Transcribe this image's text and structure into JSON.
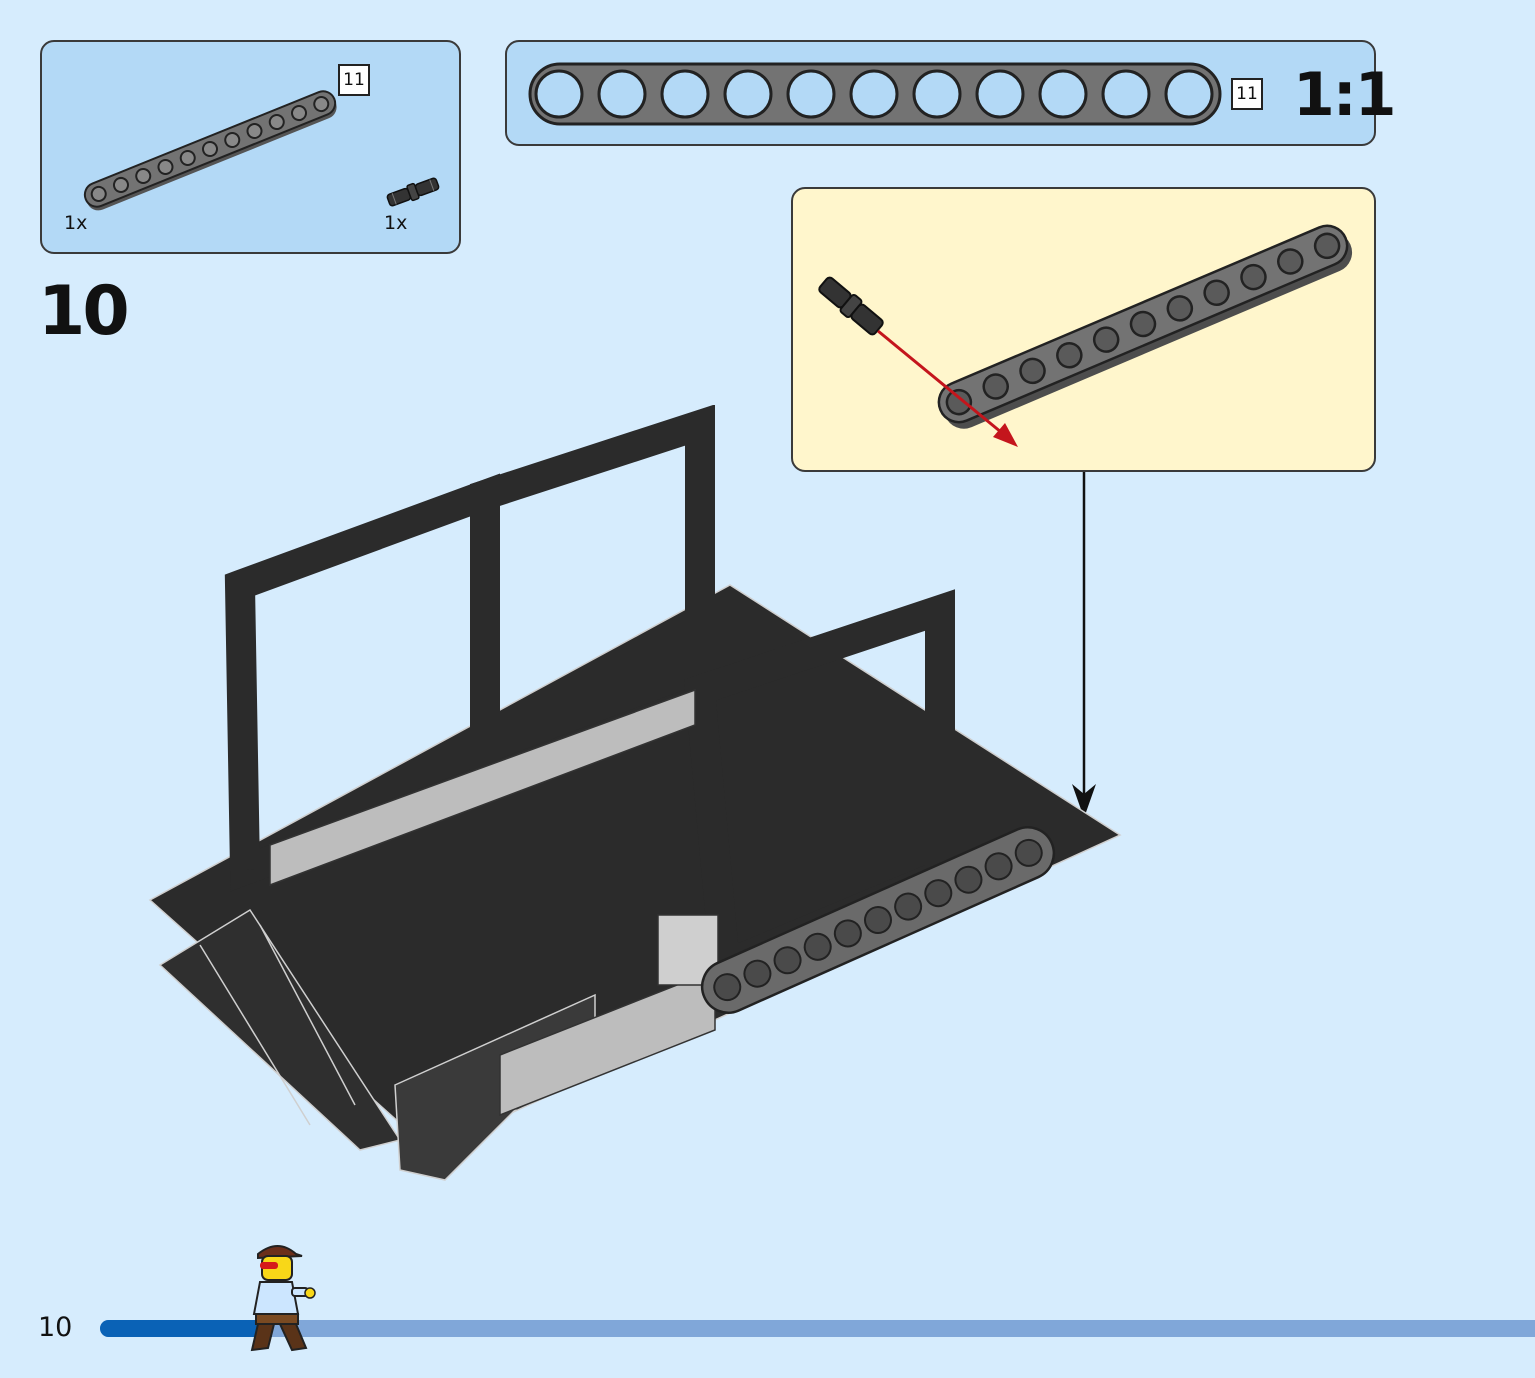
{
  "parts_list": {
    "items": [
      {
        "name": "beam-11",
        "quantity": "1x",
        "length_badge": "11"
      },
      {
        "name": "axle-pin",
        "quantity": "1x"
      }
    ]
  },
  "scale_reference": {
    "length_badge": "11",
    "scale": "1:1"
  },
  "step": {
    "number": "10"
  },
  "page": {
    "number": "10",
    "progress": 0.12
  },
  "colors": {
    "page_background": "#d6ecfd",
    "parts_panel": "#b3d9f6",
    "callout_panel": "#fff6cc",
    "beam_grey": "#737373",
    "brick_black": "#2a2a2a",
    "arrow_red": "#c4151c",
    "progress_fill": "#0a62b6",
    "progress_track": "#80a7d9"
  }
}
